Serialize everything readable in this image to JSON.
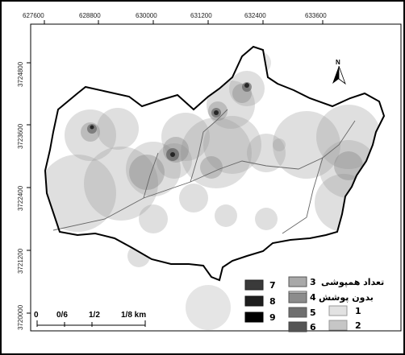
{
  "map": {
    "x_ticks": [
      "627600",
      "628800",
      "630000",
      "631200",
      "632400",
      "633600"
    ],
    "y_ticks": [
      "3724800",
      "3723600",
      "3722400",
      "3721200",
      "3720000"
    ],
    "north_label": "N",
    "scale": {
      "labels": [
        "0",
        "0/6",
        "1/2",
        "1/8 km"
      ]
    },
    "legend": {
      "title": "تعداد همپوشی",
      "items": [
        {
          "label": "بدون پوشش",
          "color": "#ffffff"
        },
        {
          "label": "1",
          "color": "#e2e2e2"
        },
        {
          "label": "2",
          "color": "#c6c6c6"
        },
        {
          "label": "3",
          "color": "#a9a9a9"
        },
        {
          "label": "4",
          "color": "#8c8c8c"
        },
        {
          "label": "5",
          "color": "#6f6f6f"
        },
        {
          "label": "6",
          "color": "#555555"
        },
        {
          "label": "7",
          "color": "#3a3a3a"
        },
        {
          "label": "8",
          "color": "#1e1e1e"
        },
        {
          "label": "9",
          "color": "#000000"
        }
      ]
    }
  }
}
